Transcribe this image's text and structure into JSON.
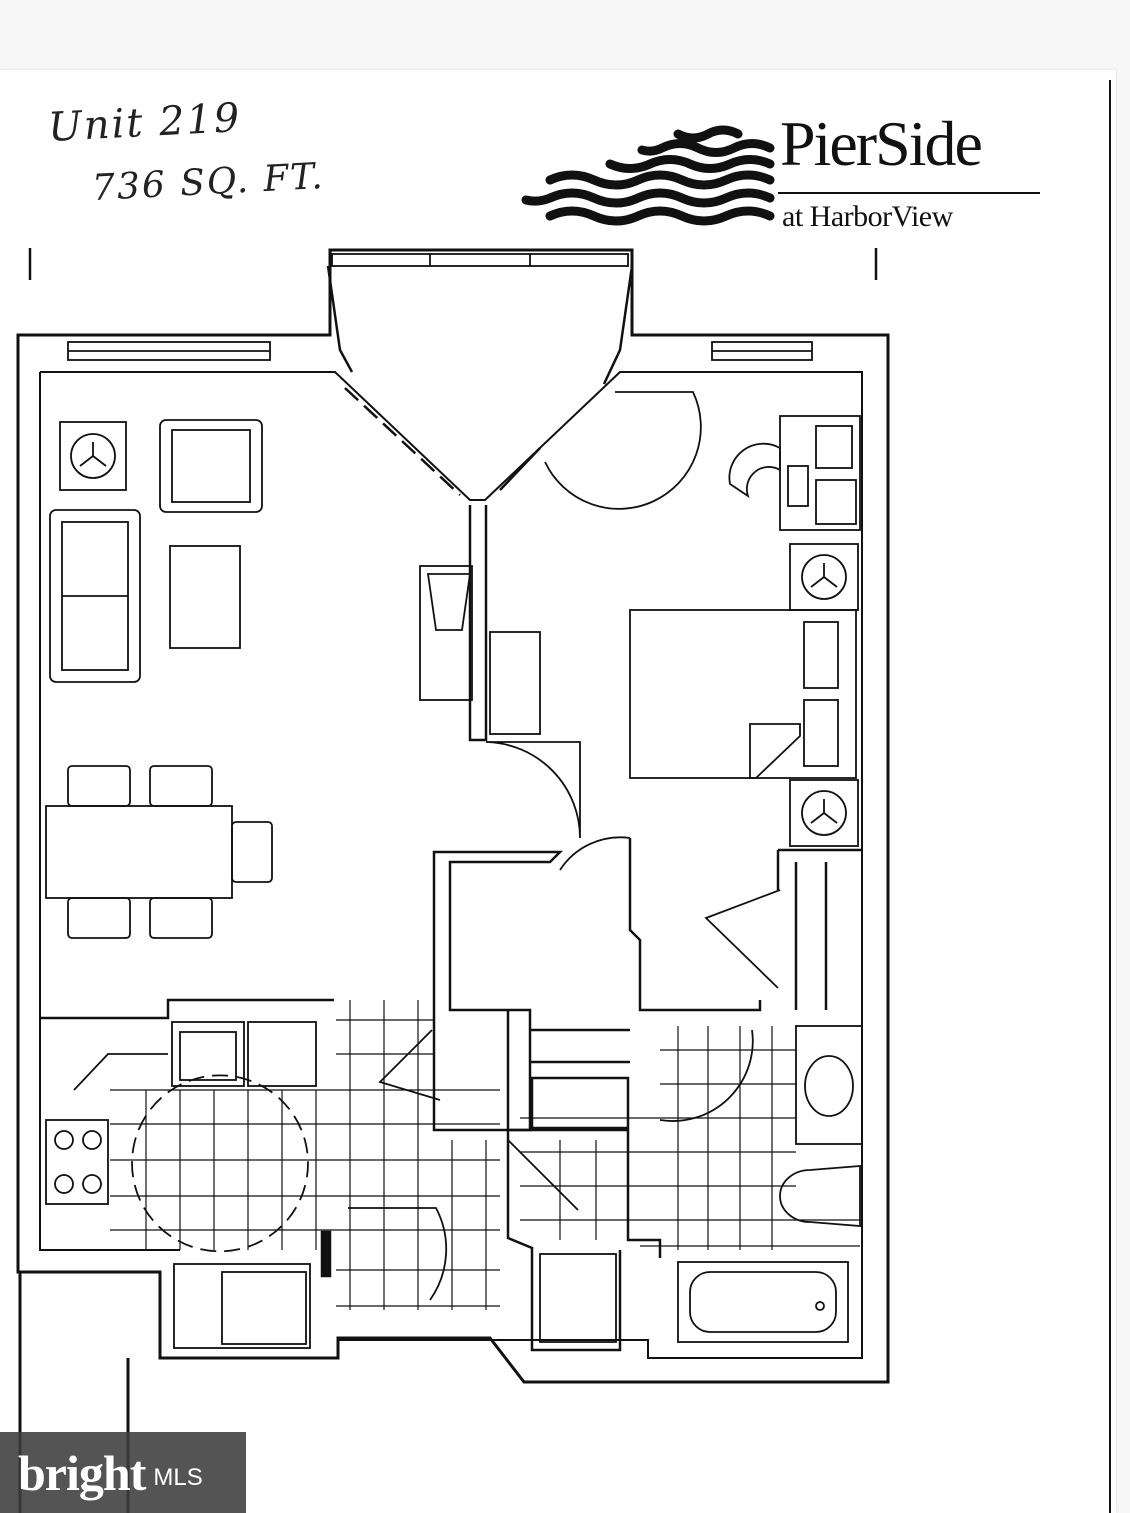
{
  "handwritten": {
    "unit": "Unit 219",
    "area": "736 SQ. FT."
  },
  "logo": {
    "name": "PierSide",
    "subtitle": "at HarborView",
    "icon": "waves-icon"
  },
  "watermark": {
    "brand": "bright",
    "suffix": "MLS"
  },
  "colors": {
    "ink": "#111111",
    "paper": "#ffffff",
    "background": "#f7f7f7",
    "watermark": "#3c3c3c"
  }
}
